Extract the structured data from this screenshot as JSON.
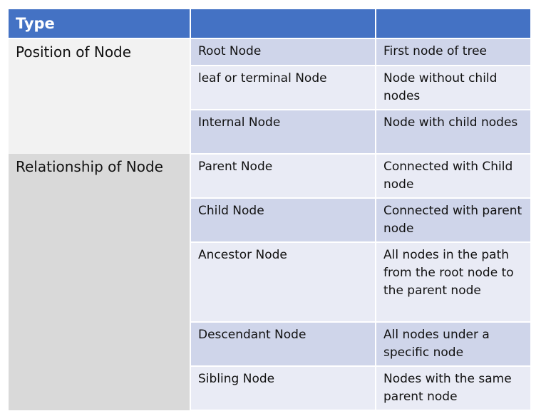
{
  "table": {
    "headers": [
      "Type",
      "",
      ""
    ],
    "groups": [
      {
        "label": "Position of Node",
        "rows": [
          {
            "name": "Root Node",
            "desc": "First node of tree"
          },
          {
            "name": "leaf or terminal Node",
            "desc": "Node without child nodes"
          },
          {
            "name": "Internal Node",
            "desc": "Node with child nodes"
          }
        ]
      },
      {
        "label": "Relationship of Node",
        "rows": [
          {
            "name": "Parent Node",
            "desc": "Connected with Child node"
          },
          {
            "name": "Child Node",
            "desc": "Connected with parent node"
          },
          {
            "name": "Ancestor Node",
            "desc": "All nodes in the path from the root node to the parent node"
          },
          {
            "name": "Descendant Node",
            "desc": "All nodes under a specific node"
          },
          {
            "name": "Sibling Node",
            "desc": "Nodes with the same parent node"
          }
        ]
      }
    ]
  },
  "colors": {
    "header": "#4472c4",
    "type_group_1": "#f2f2f2",
    "type_group_2": "#d9d9d9",
    "row_dark": "#cfd5ea",
    "row_light": "#e9ebf5"
  }
}
